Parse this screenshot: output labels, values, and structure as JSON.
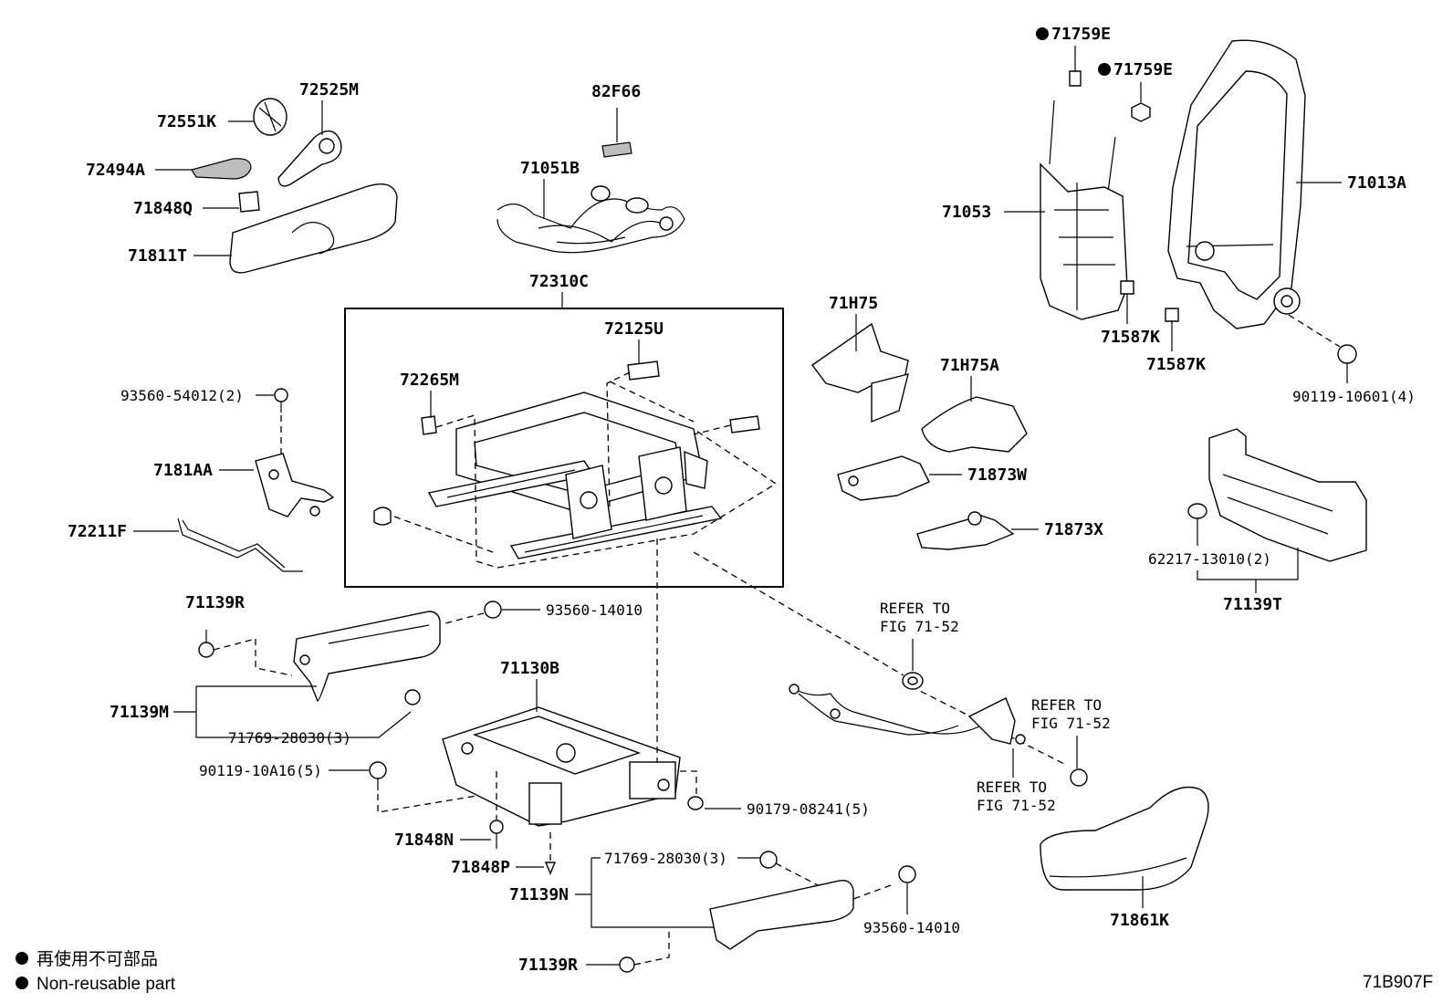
{
  "labels": {
    "p72525M": "72525M",
    "p72551K": "72551K",
    "p72494A": "72494A",
    "p71848Q": "71848Q",
    "p71811T": "71811T",
    "p82F66": "82F66",
    "p71051B": "71051B",
    "p72310C": "72310C",
    "p72125U": "72125U",
    "p72265M": "72265M",
    "p93560_54012": "93560-54012(2)",
    "p7181AA": "7181AA",
    "p72211F": "72211F",
    "p71139R_top": "71139R",
    "p93560_14010_top": "93560-14010",
    "p71139M": "71139M",
    "p71769_28030_a": "71769-28030(3)",
    "p90119_10A16": "90119-10A16(5)",
    "p71130B": "71130B",
    "p90179_08241": "90179-08241(5)",
    "p71848N": "71848N",
    "p71848P": "71848P",
    "p71769_28030_b": "71769-28030(3)",
    "p71139N": "71139N",
    "p93560_14010_bot": "93560-14010",
    "p71139R_bot": "71139R",
    "p71759E_a": "71759E",
    "p71759E_b": "71759E",
    "p71053": "71053",
    "p71013A": "71013A",
    "p71587K_a": "71587K",
    "p71587K_b": "71587K",
    "p90119_10601": "90119-10601(4)",
    "p71H75": "71H75",
    "p71H75A": "71H75A",
    "p71873W": "71873W",
    "p71873X": "71873X",
    "p62217_13010": "62217-13010(2)",
    "p71139T": "71139T",
    "p71861K": "71861K",
    "refer1_a": "REFER TO",
    "refer1_b": "FIG 71-52",
    "refer2_a": "REFER TO",
    "refer2_b": "FIG 71-52",
    "refer3_a": "REFER TO",
    "refer3_b": "FIG 71-52"
  },
  "legend": {
    "line1": "再使用不可部品",
    "line2": "Non-reusable part"
  },
  "figure_code": "71B907F"
}
